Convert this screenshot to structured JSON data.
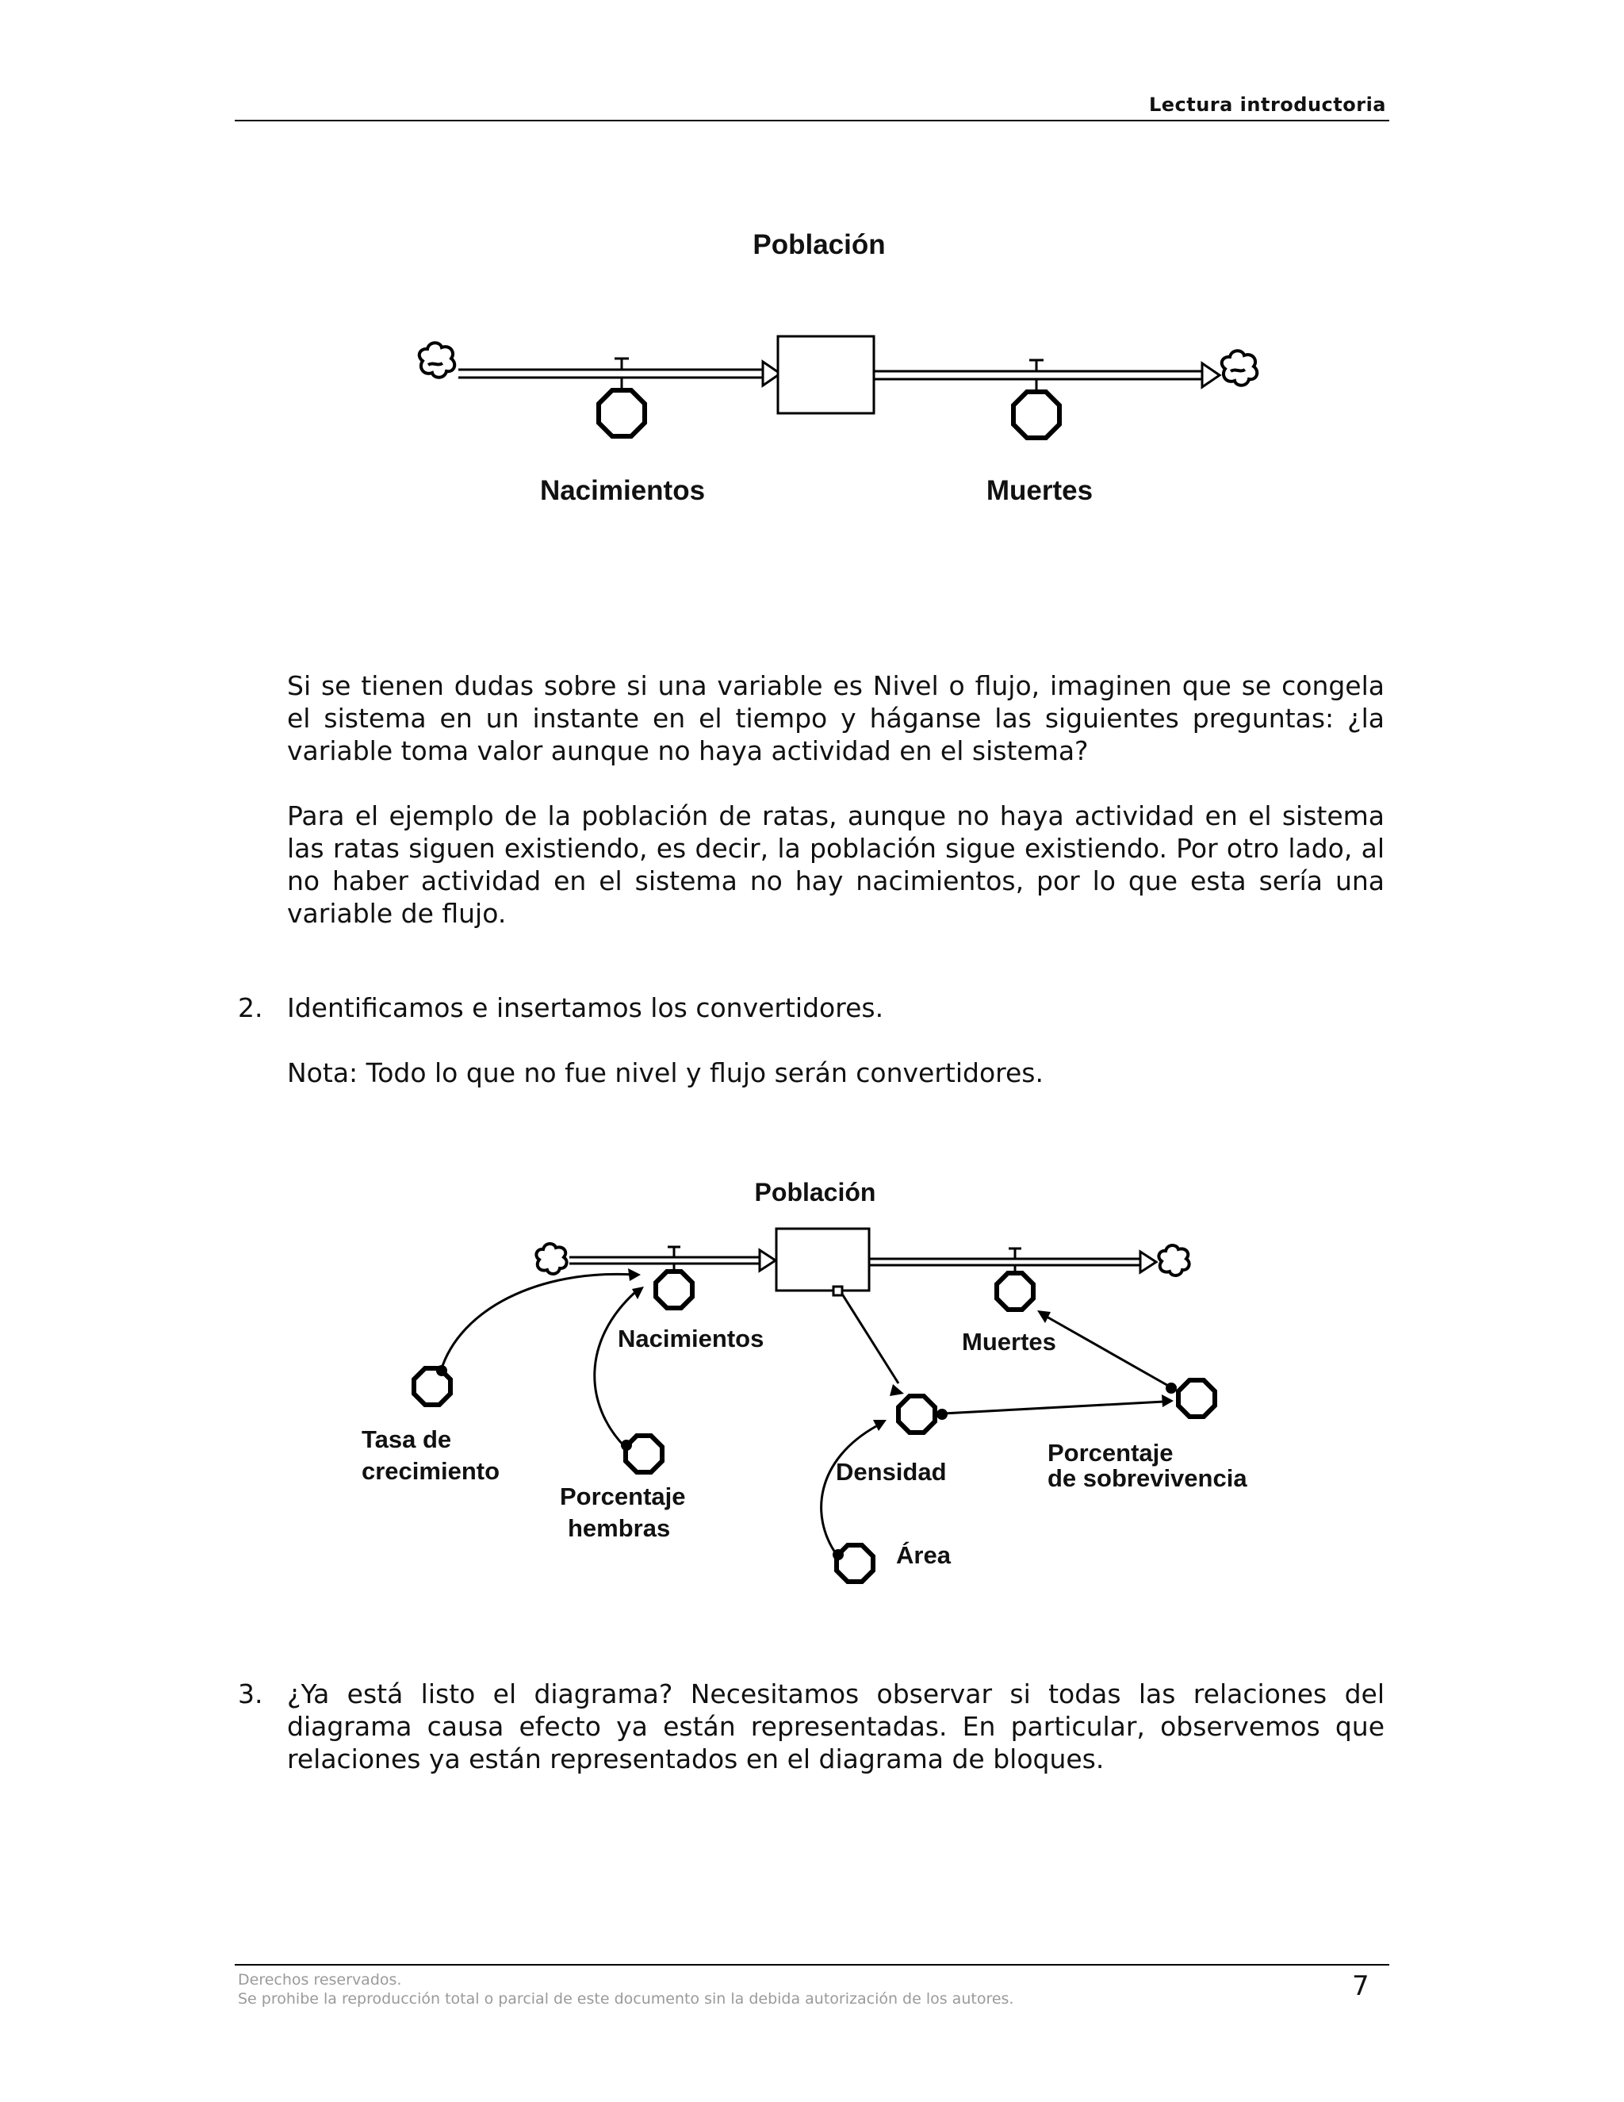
{
  "header": {
    "section_title": "Lectura introductoria"
  },
  "diagram1": {
    "stock_label": "Población",
    "inflow_label": "Nacimientos",
    "outflow_label": "Muertes"
  },
  "paragraphs": {
    "p1": "Si se tienen dudas sobre si una variable es Nivel o flujo, imaginen que se congela el sistema en un instante en el tiempo y háganse las siguientes preguntas: ¿la variable toma valor aunque no haya actividad en el sistema?",
    "p2": "Para el ejemplo de la población de ratas, aunque no haya actividad en el sistema las ratas siguen existiendo, es decir, la población sigue existiendo. Por otro lado, al no haber actividad en el sistema no hay nacimientos, por lo que esta sería una variable de flujo."
  },
  "list": {
    "item2": {
      "number": "2.",
      "text": "Identificamos e insertamos los convertidores.",
      "note": "Nota: Todo lo que no fue nivel y flujo serán convertidores."
    },
    "item3": {
      "number": "3.",
      "text": "¿Ya está listo el diagrama? Necesitamos observar si todas las relaciones del diagrama causa efecto ya están representadas. En particular, observemos que relaciones ya están representados en el diagrama de bloques."
    }
  },
  "diagram2": {
    "stock_label": "Población",
    "inflow_label": "Nacimientos",
    "outflow_label": "Muertes",
    "growth_rate_label_line1": "Tasa de",
    "growth_rate_label_line2": "crecimiento",
    "female_pct_label_line1": "Porcentaje",
    "female_pct_label_line2": "hembras",
    "density_label": "Densidad",
    "survival_pct_label_line1": "Porcentaje",
    "survival_pct_label_line2": "de sobrevivencia",
    "area_label": "Área"
  },
  "footer": {
    "line1": "Derechos reservados.",
    "line2": "Se prohibe la reproducción total o parcial de este documento sin la debida autorización de los autores.",
    "page_number": "7"
  }
}
